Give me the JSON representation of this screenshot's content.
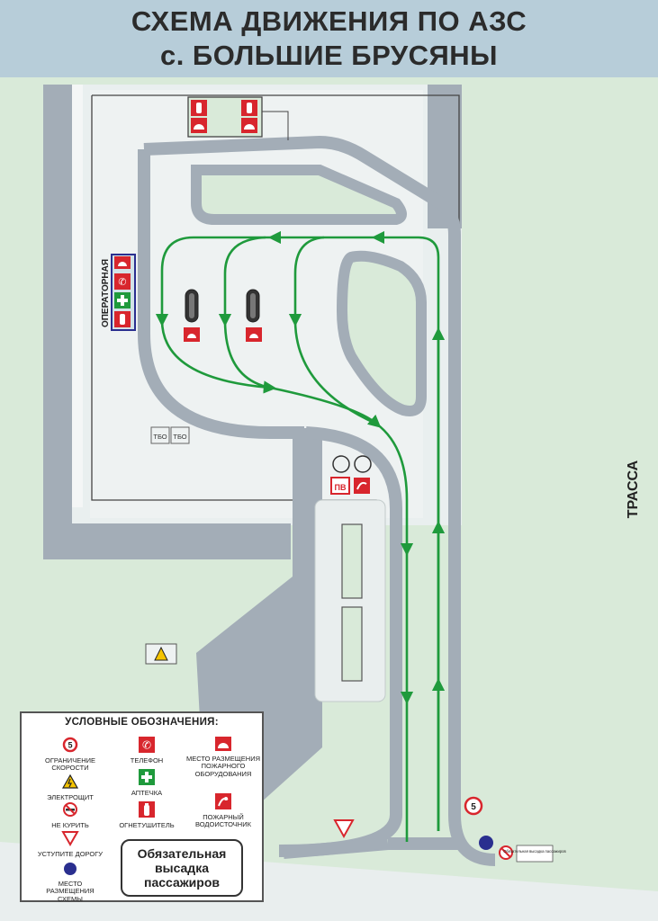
{
  "header": {
    "title_line1": "СХЕМА ДВИЖЕНИЯ ПО АЗС",
    "title_line2": "с. БОЛЬШИЕ БРУСЯНЫ"
  },
  "map": {
    "operator_label": "ОПЕРАТОРНАЯ",
    "road_label": "ТРАССА",
    "tbo_label_1": "ТБО",
    "tbo_label_2": "ТБО",
    "pv_label": "ПВ",
    "speed_limit_value": "5",
    "dropoff_sign_text": "Обязательная высадка пассажиров"
  },
  "legend": {
    "title": "УСЛОВНЫЕ ОБОЗНАЧЕНИЯ:",
    "items": {
      "speed": {
        "icon_text": "5",
        "label": "ОГРАНИЧЕНИЕ СКОРОСТИ"
      },
      "electrical": {
        "label": "ЭЛЕКТРОЩИТ"
      },
      "no_smoking": {
        "label": "НЕ КУРИТЬ"
      },
      "give_way": {
        "label": "УСТУПИТЕ ДОРОГУ"
      },
      "scheme_place": {
        "label": "МЕСТО РАЗМЕЩЕНИЯ СХЕМЫ"
      },
      "phone": {
        "label": "ТЕЛЕФОН"
      },
      "first_aid": {
        "label": "АПТЕЧКА"
      },
      "extinguisher": {
        "label": "ОГНЕТУШИТЕЛЬ"
      },
      "fire_equipment": {
        "label": "МЕСТО РАЗМЕЩЕНИЯ ПОЖАРНОГО ОБОРУДОВАНИЯ"
      },
      "hydrant": {
        "label": "ПОЖАРНЫЙ ВОДОИСТОЧНИК"
      }
    },
    "notice_line1": "Обязательная",
    "notice_line2": "высадка",
    "notice_line3": "пассажиров"
  },
  "colors": {
    "header_bg": "#b7cdd9",
    "lawn": "#d9ead9",
    "road": "#a3adb7",
    "arrow": "#1f9a3c",
    "sign_red": "#d8262d",
    "scheme_marker": "#2a2f8f"
  }
}
